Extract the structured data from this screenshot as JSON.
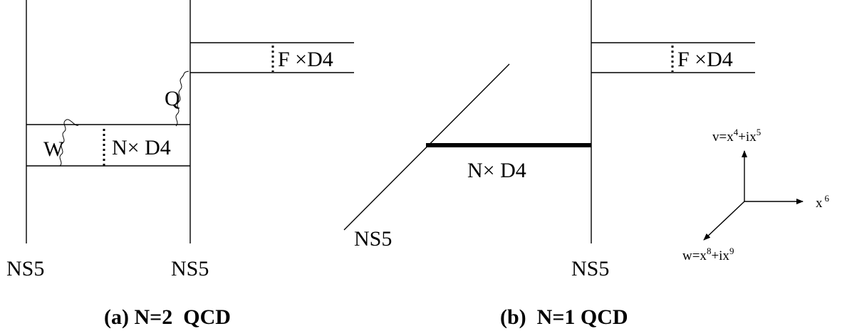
{
  "panel_a": {
    "ns5_left": "NS5",
    "ns5_right": "NS5",
    "label_w": "W",
    "label_q": "Q",
    "label_n_d4": "N× D4",
    "label_f_d4": "F ×D4",
    "caption": "(a) N=2  QCD"
  },
  "panel_b": {
    "ns5_diag": "NS5",
    "ns5_right": "NS5",
    "label_n_d4": "N× D4",
    "label_f_d4": "F ×D4",
    "caption": "(b)  N=1 QCD"
  },
  "axes": {
    "v_base": "v=x",
    "v_exp1": "4",
    "v_mid": "+ix",
    "v_exp2": "5",
    "x_base": "x",
    "x_exp": "6",
    "w_base": "w=x",
    "w_exp1": "8",
    "w_mid": "+ix",
    "w_exp2": "9"
  }
}
